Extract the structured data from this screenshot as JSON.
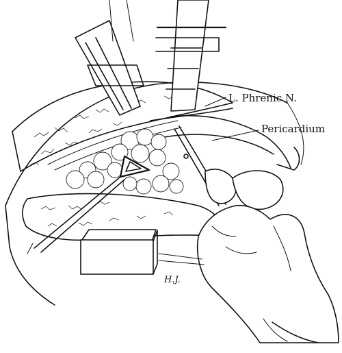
{
  "labels": {
    "phrenic_nerve": "L. Phrenic N.",
    "pericardium": "Pericardium"
  },
  "signature": "H.J.",
  "colors": {
    "ink": "#111111",
    "paper": "#ffffff"
  }
}
